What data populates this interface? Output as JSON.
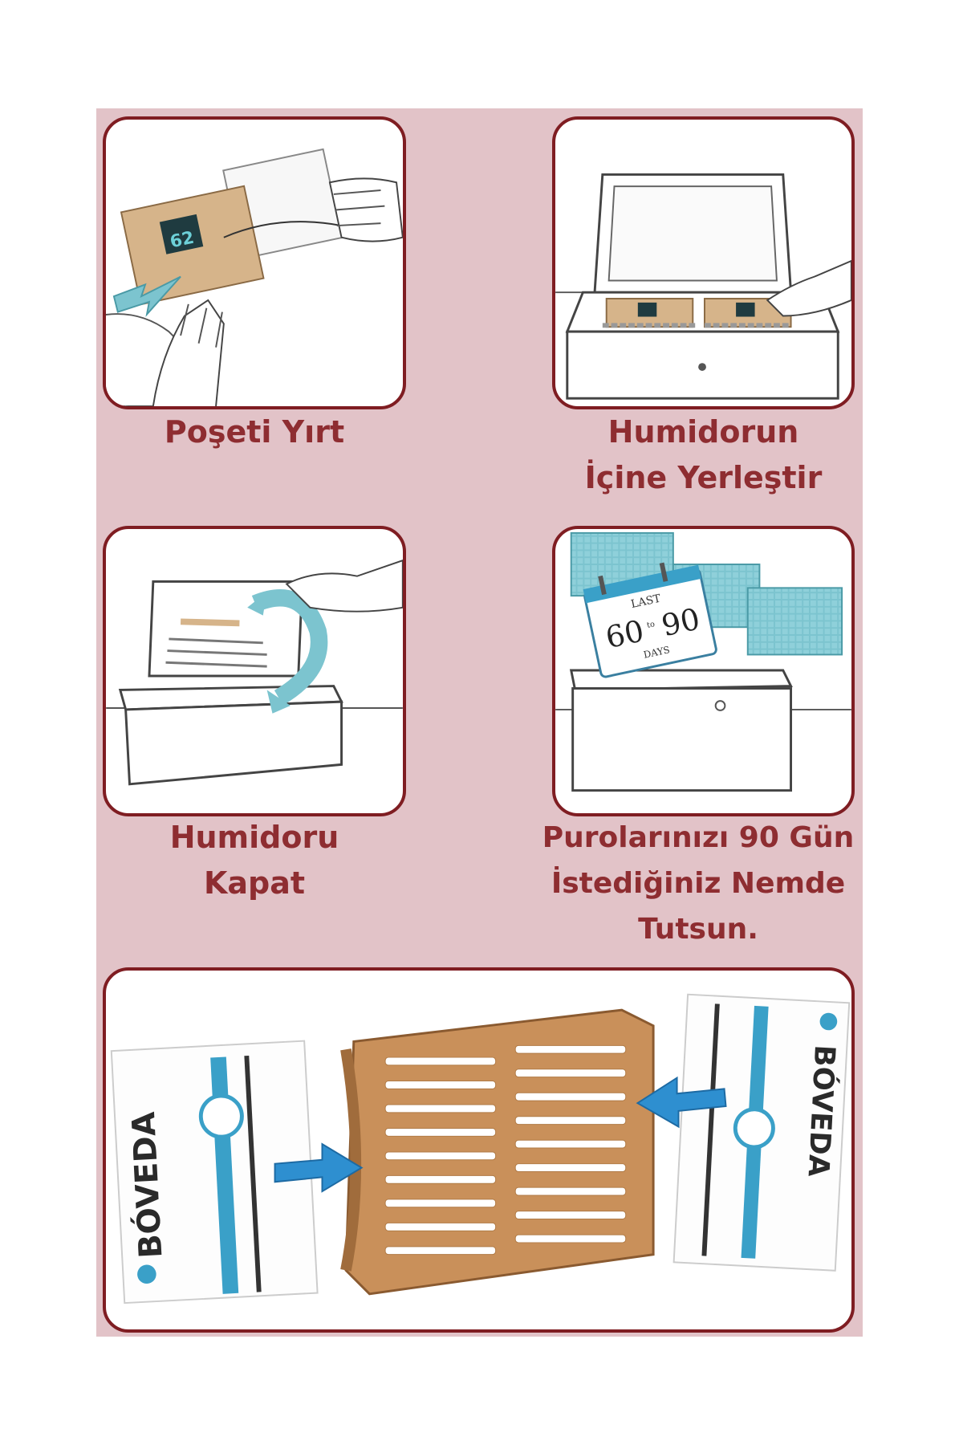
{
  "steps": [
    {
      "lines": [
        "Poşeti Yırt"
      ],
      "illustration": "tearing-pouch-illustration"
    },
    {
      "lines": [
        "Humidorun",
        "İçine Yerleştir"
      ],
      "illustration": "placing-in-humidor-illustration"
    },
    {
      "lines": [
        "Humidoru",
        "Kapat"
      ],
      "illustration": "closing-humidor-illustration"
    },
    {
      "lines": [
        "Purolarınızı 90 Gün",
        "İstediğiniz Nemde",
        "Tutsun."
      ],
      "illustration": "calendar-90-days-illustration"
    }
  ],
  "calendar": {
    "top": "LAST",
    "left": "60",
    "middle": "to",
    "right": "90",
    "bottom": "DAYS"
  },
  "pouch_badge": "62",
  "brand": "BÓVEDA",
  "colors": {
    "background": "#e2c3c8",
    "border": "#7f1d22",
    "caption": "#8e2d31",
    "arrow_blue": "#2e8fd0",
    "arrow_teal": "#7cc4cf",
    "wood": "#c9905a"
  }
}
